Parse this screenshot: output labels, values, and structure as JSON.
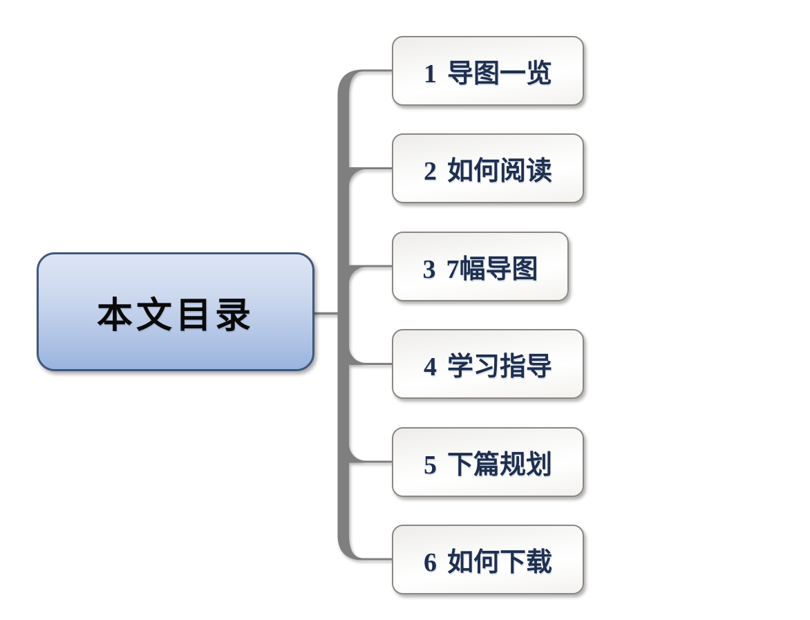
{
  "diagram": {
    "type": "mindmap-table-of-contents",
    "root": {
      "label": "本文目录"
    },
    "children": [
      {
        "number": "1",
        "label": "导图一览"
      },
      {
        "number": "2",
        "label": "如何阅读"
      },
      {
        "number": "3",
        "label": "7幅导图"
      },
      {
        "number": "4",
        "label": "学习指导"
      },
      {
        "number": "5",
        "label": "下篇规划"
      },
      {
        "number": "6",
        "label": "如何下载"
      }
    ],
    "colors": {
      "root_fill_top": "#dce5f4",
      "root_fill_bottom": "#98b4de",
      "root_border": "#41567b",
      "root_text": "#0a0a0a",
      "child_fill": "#fafaf9",
      "child_border": "#8b8680",
      "child_text": "#1e2f4f",
      "connector": "#7f7f7f",
      "background": "#ffffff"
    }
  }
}
